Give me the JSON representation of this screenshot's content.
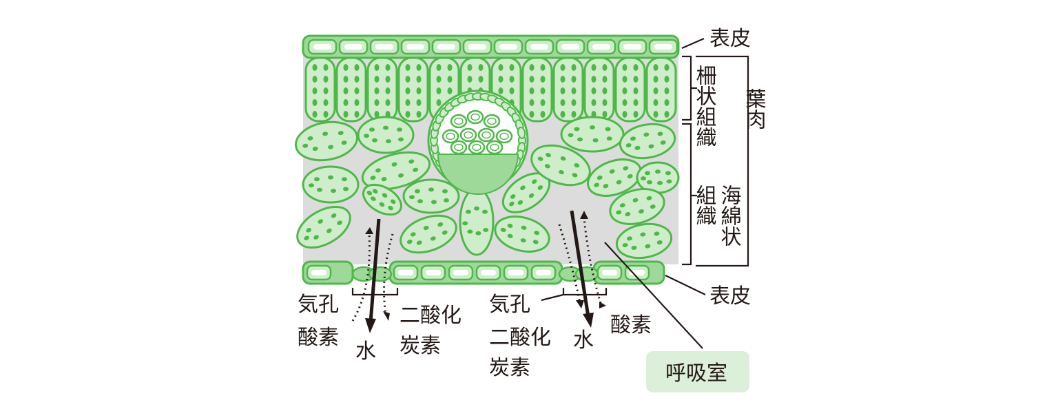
{
  "labels": {
    "epidermis_upper": "表皮",
    "epidermis_lower": "表皮",
    "palisade_tissue": "柵状組織",
    "spongy_tissue": "海綿状組織",
    "mesophyll": "葉肉",
    "stoma_left": "気孔",
    "stoma_right": "気孔",
    "oxygen_left": "酸素",
    "oxygen_right": "酸素",
    "water_left": "水",
    "water_right": "水",
    "co2_left": "二酸化炭素",
    "co2_right": "二酸化炭素",
    "respiratory_chamber": "呼吸室"
  },
  "colors": {
    "cell_stroke": "#4db848",
    "cell_fill": "#cfeccb",
    "chloroplast": "#4db848",
    "epidermis_fill": "#9fd99a",
    "intercellular_space": "#dcdcdc",
    "text": "#231815",
    "arrow": "#231815",
    "highlight_box": "#dcefd9"
  }
}
